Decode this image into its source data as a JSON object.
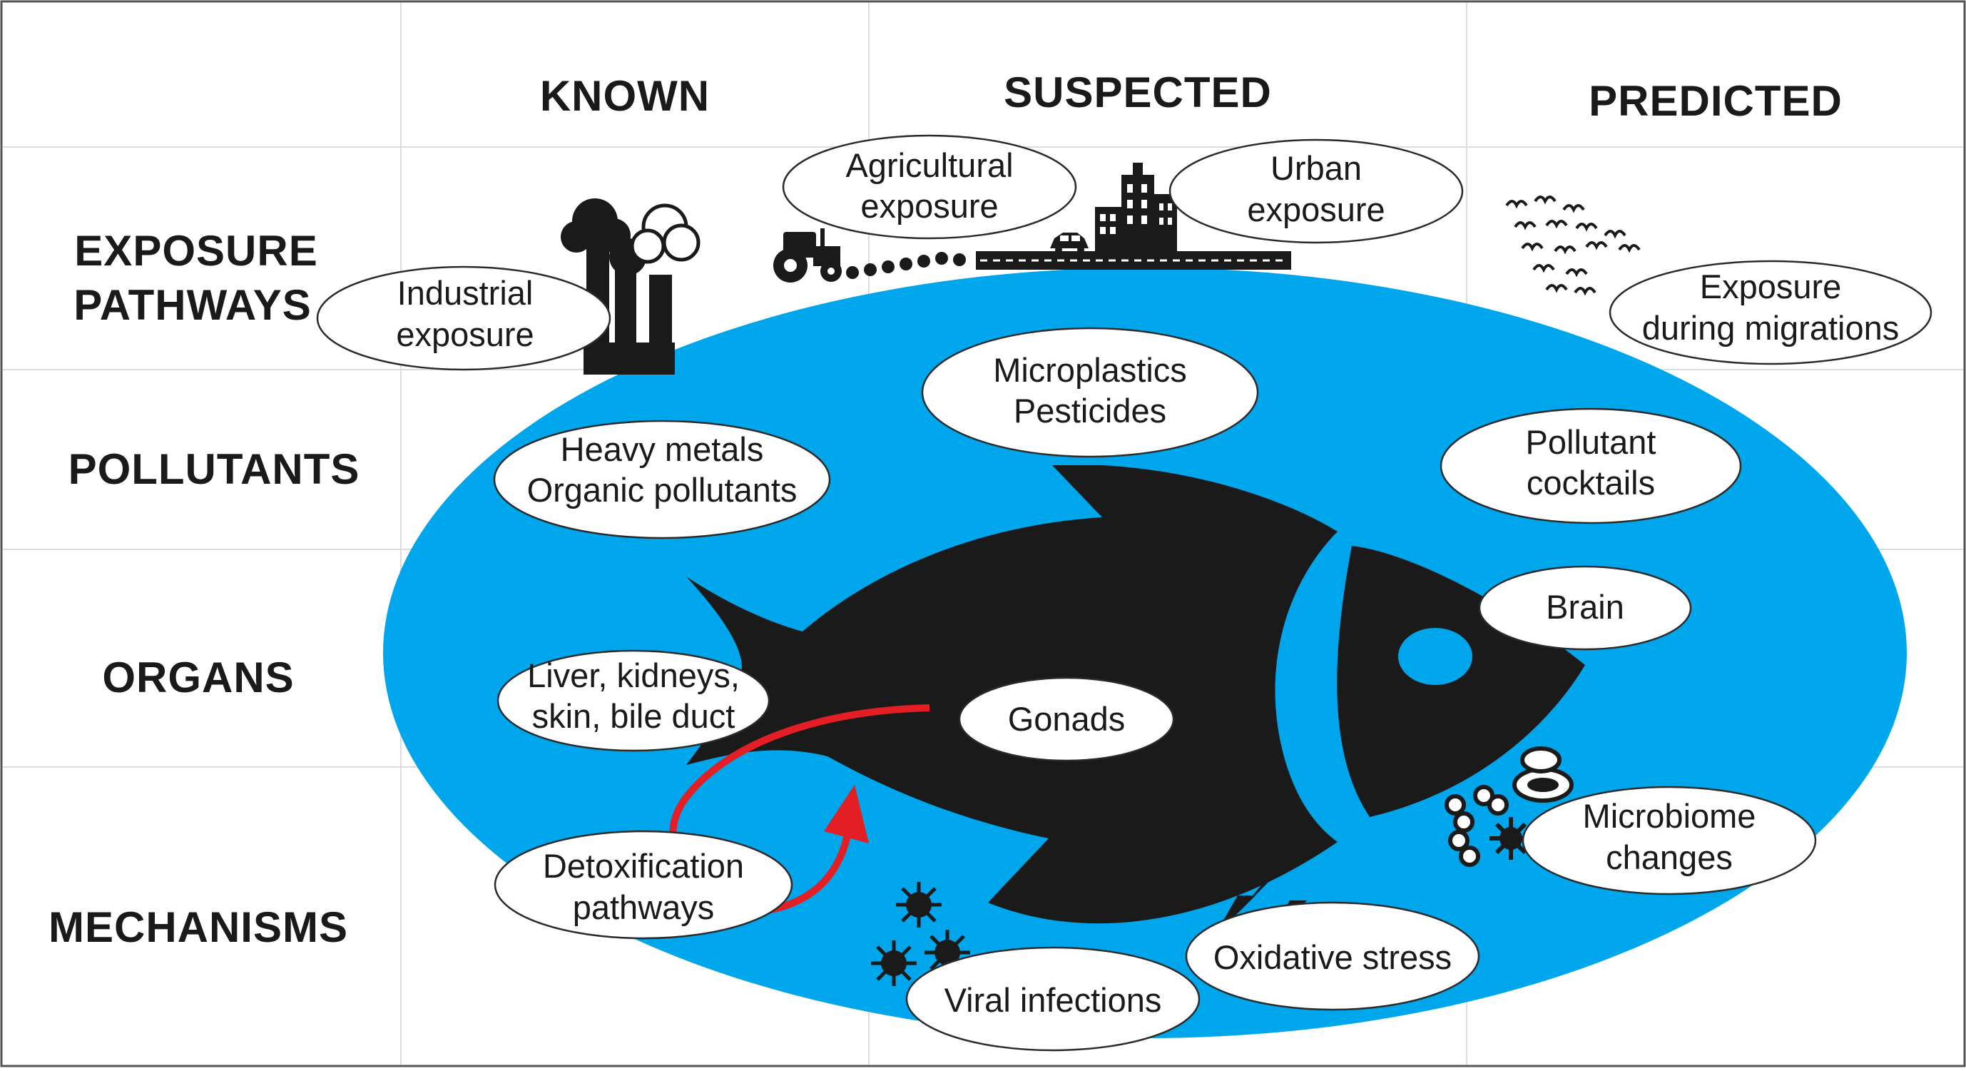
{
  "columns": {
    "known": "KNOWN",
    "suspected": "SUSPECTED",
    "predicted": "PREDICTED"
  },
  "rows": {
    "exposure_line1": "EXPOSURE",
    "exposure_line2": "PATHWAYS",
    "pollutants": "POLLUTANTS",
    "organs": "ORGANS",
    "mechanisms": "MECHANISMS"
  },
  "bubbles": {
    "industrial": {
      "line1": "Industrial",
      "line2": "exposure"
    },
    "agricultural": {
      "line1": "Agricultural",
      "line2": "exposure"
    },
    "urban": {
      "line1": "Urban",
      "line2": "exposure"
    },
    "migrations": {
      "line1": "Exposure",
      "line2": "during migrations"
    },
    "microplastics": {
      "line1": "Microplastics",
      "line2": "Pesticides"
    },
    "heavy_metals": {
      "line1": "Heavy metals",
      "line2": "Organic pollutants"
    },
    "cocktails": {
      "line1": "Pollutant",
      "line2": "cocktails"
    },
    "brain": {
      "line1": "Brain"
    },
    "liver": {
      "line1": "Liver, kidneys,",
      "line2": "skin, bile duct"
    },
    "gonads": {
      "line1": "Gonads"
    },
    "detox": {
      "line1": "Detoxification",
      "line2": "pathways"
    },
    "microbiome": {
      "line1": "Microbiome",
      "line2": "changes"
    },
    "oxidative": {
      "line1": "Oxidative stress"
    },
    "viral": {
      "line1": "Viral infections"
    }
  },
  "colors": {
    "ocean": "#00a6ec",
    "fish": "#0a0a0a",
    "arrow": "#e31e24"
  },
  "icons": [
    "factory-icon",
    "tree-icon",
    "tractor-icon",
    "crops-icon",
    "city-icon",
    "car-icon",
    "road-icon",
    "birds-icon",
    "virus-icon",
    "lightning-icon",
    "bacteria-icon",
    "fish-icon",
    "arrow-icon"
  ]
}
